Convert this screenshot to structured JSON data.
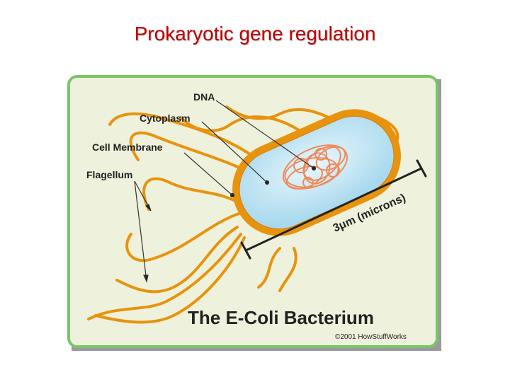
{
  "slide": {
    "title": "Prokaryotic gene regulation"
  },
  "diagram": {
    "labels": {
      "dna": "DNA",
      "cytoplasm": "Cytoplasm",
      "cell_membrane": "Cell Membrane",
      "flagellum": "Flagellum"
    },
    "scale_label": "3μm (microns)",
    "caption": "The E-Coli Bacterium",
    "copyright": "©2001 HowStuffWorks"
  },
  "colors": {
    "title": "#c00000",
    "panel_bg": "#eef2dc",
    "panel_border": "#7cc46a",
    "flagella": "#e8930e",
    "membrane": "#e8930e",
    "cytoplasm": "#bfe6f4",
    "dna": "#f08a5a"
  }
}
